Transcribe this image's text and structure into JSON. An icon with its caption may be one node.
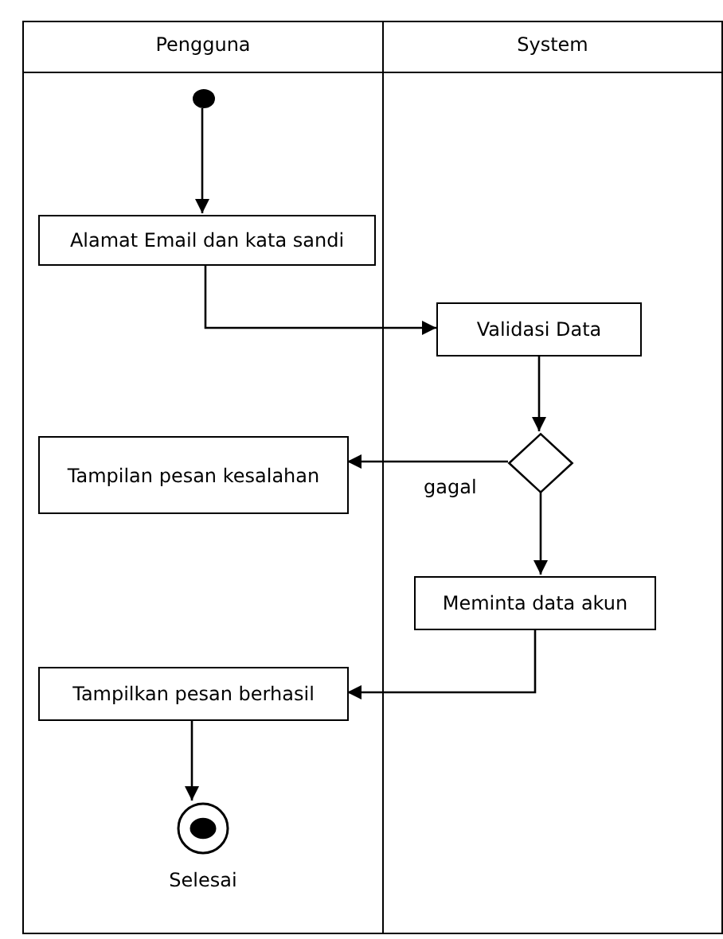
{
  "diagram": {
    "nodes": [
      {
        "text": [
          "Pengguna"
        ]
      },
      {
        "text": [
          "System"
        ]
      },
      {
        "text": [],
        "shape": "circle",
        "in": 0
      },
      {
        "text": [
          "Alamat Email dan kata sandi"
        ],
        "in": 0
      },
      {
        "text": [
          "Validasi Data"
        ],
        "in": 1
      },
      {
        "text": [],
        "shape": "diamond",
        "in": 1
      },
      {
        "text": [
          "Tampilan pesan kesalahan"
        ],
        "in": 0
      },
      {
        "text": [
          "Meminta data akun"
        ],
        "in": 1
      },
      {
        "text": [
          "Tampilkan pesan berhasil"
        ],
        "in": 0
      },
      {
        "text": [],
        "shape": "circle",
        "in": 0,
        "beside": [
          "Selesai"
        ]
      }
    ],
    "edges": [
      {
        "from": 2,
        "to": 3,
        "arrow": "to"
      },
      {
        "from": 3,
        "to": 4,
        "arrow": "to"
      },
      {
        "from": 4,
        "to": 5,
        "arrow": "to"
      },
      {
        "from": 5,
        "to": 6,
        "arrow": "to",
        "label": "gagal"
      },
      {
        "from": 5,
        "to": 7,
        "arrow": "to"
      },
      {
        "from": 7,
        "to": 8,
        "arrow": "to"
      },
      {
        "from": 8,
        "to": 9,
        "arrow": "to"
      }
    ]
  }
}
